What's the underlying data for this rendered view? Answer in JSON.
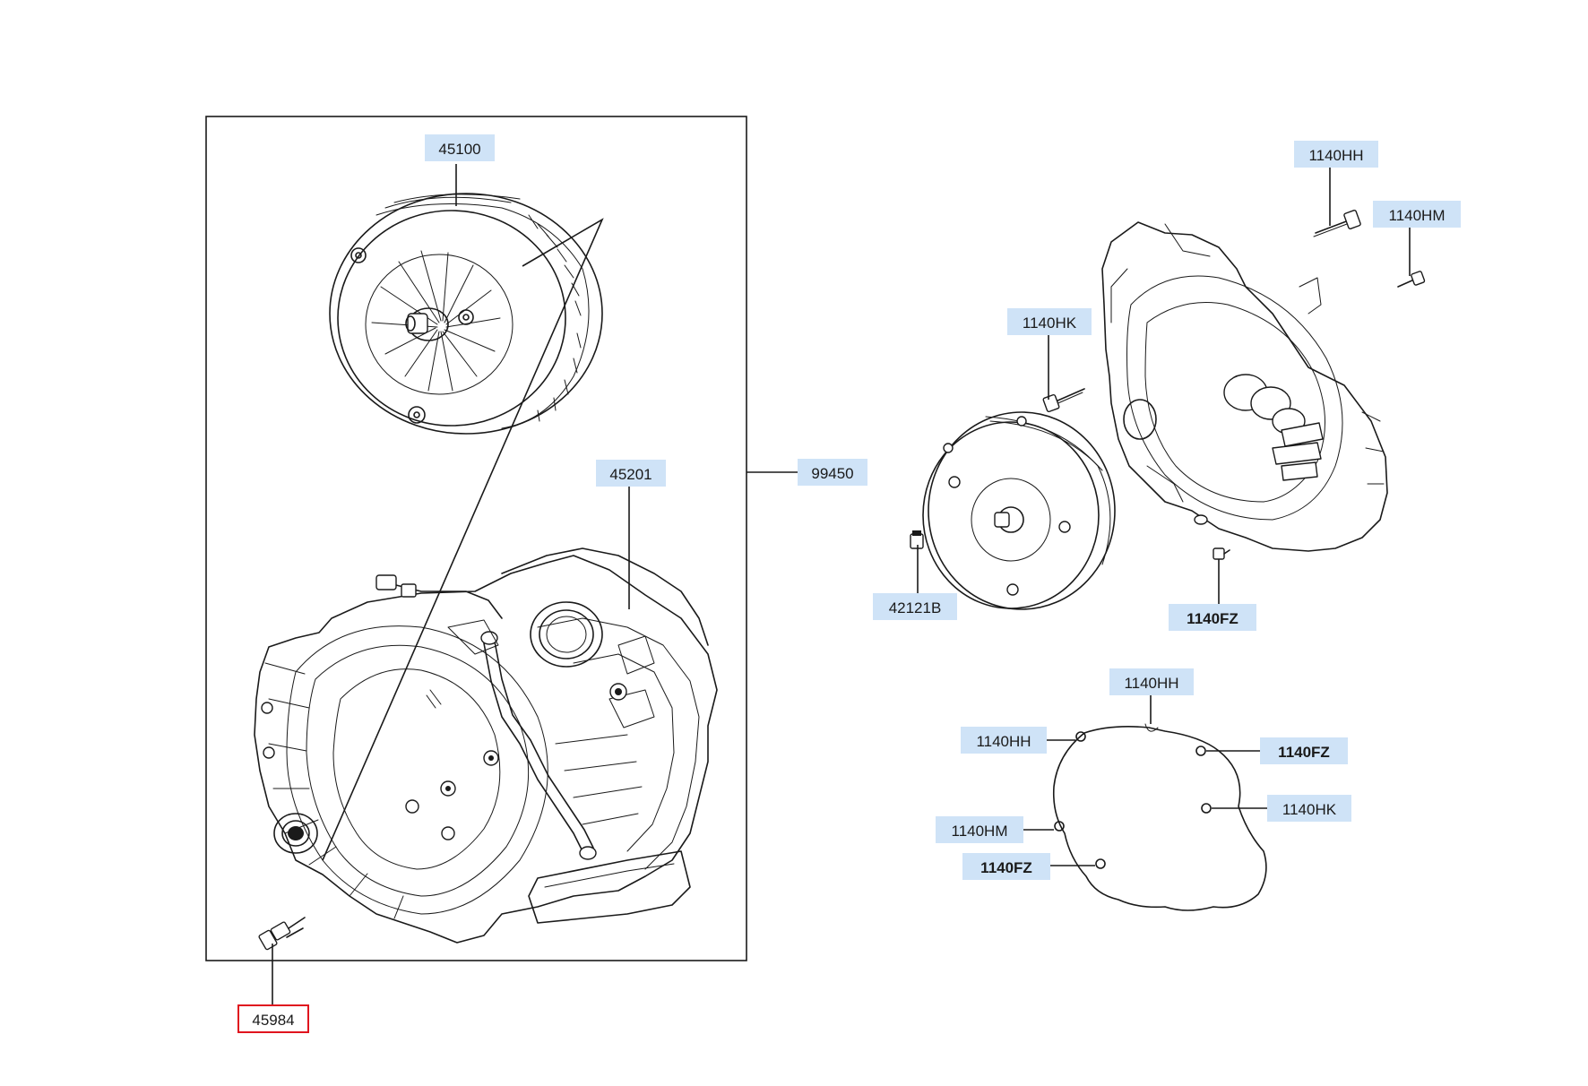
{
  "labels": {
    "p45100": "45100",
    "p45201": "45201",
    "p99450": "99450",
    "p45984": "45984",
    "p42121B": "42121B",
    "p1140HH_top": "1140HH",
    "p1140HM_top": "1140HM",
    "p1140HK_top": "1140HK",
    "p1140FZ_mid": "1140FZ",
    "p1140HH_g1": "1140HH",
    "p1140HH_g2": "1140HH",
    "p1140FZ_g1": "1140FZ",
    "p1140HK_g": "1140HK",
    "p1140HM_g": "1140HM",
    "p1140FZ_g2": "1140FZ"
  },
  "colors": {
    "label_background": "#cfe3f7",
    "selected_border": "#e0141e",
    "line_art": "#1a1a1a"
  }
}
